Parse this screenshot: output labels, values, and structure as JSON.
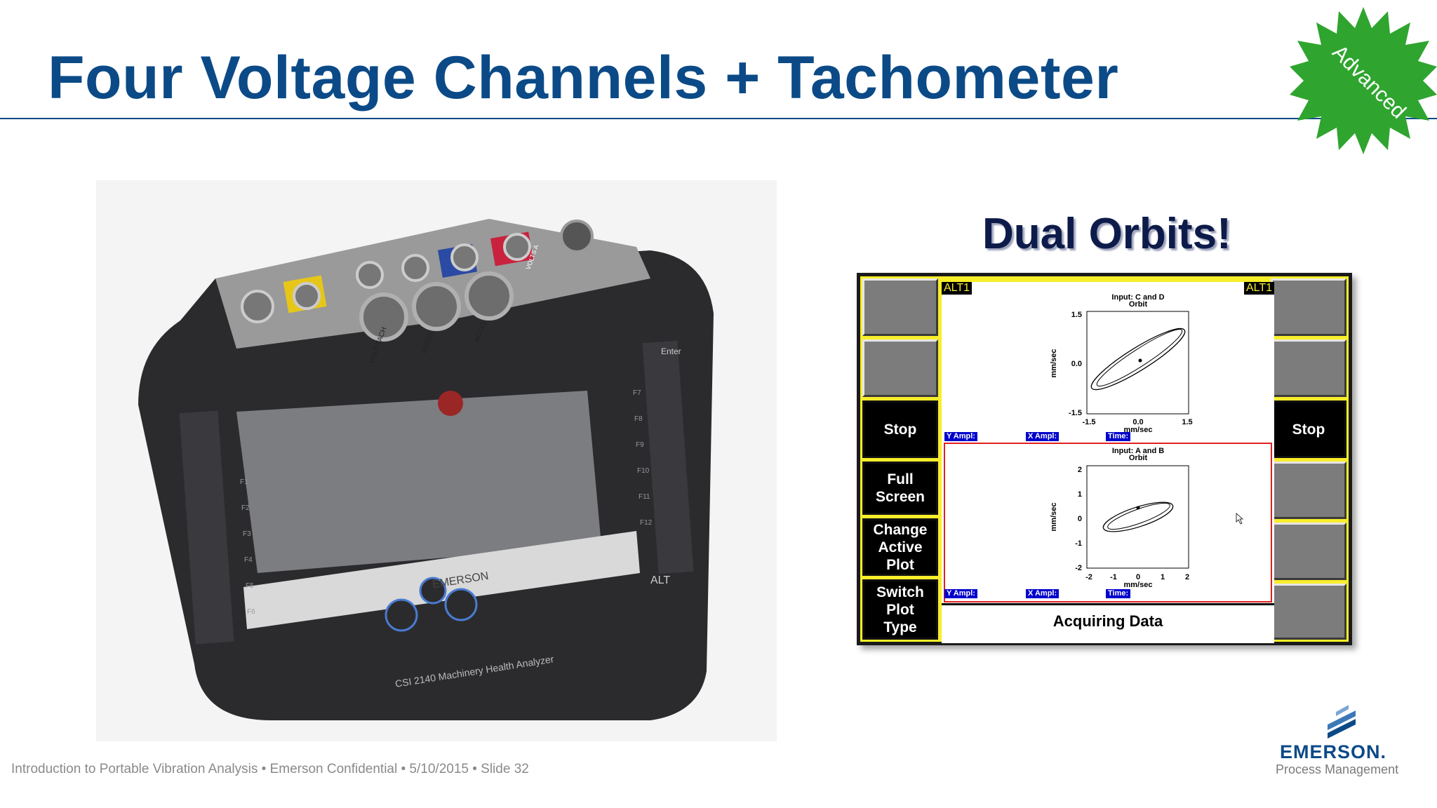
{
  "slide": {
    "title": "Four Voltage Channels + Tachometer",
    "badge_text": "Advanced",
    "subtitle": "Dual Orbits!",
    "footer": "Introduction to Portable Vibration Analysis • Emerson Confidential • 5/10/2015 • Slide 32",
    "logo_name": "EMERSON.",
    "logo_sub": "Process Management",
    "colors": {
      "title": "#0b4a87",
      "badge": "#2fa52f",
      "screen_frame": "#f7ee2a",
      "active_plot_border": "#e02020"
    }
  },
  "device_photo": {
    "brand": "EMERSON",
    "product": "CSI 2140 Machinery Health Analyzer",
    "left_keys": [
      "F1",
      "F2",
      "F3",
      "F4",
      "F5",
      "F6"
    ],
    "right_keys": [
      "F7",
      "F8",
      "F9",
      "F10",
      "F11",
      "F12"
    ],
    "alt_key": "ALT",
    "enter_key": "Enter",
    "connector_labels": [
      "VOLT/TACH",
      "ACCEL",
      "ACCEL",
      "VOLTS A"
    ]
  },
  "analyzer_screen": {
    "alt_label_left": "ALT1",
    "alt_label_right": "ALT1",
    "left_softkeys": [
      "",
      "",
      "Stop",
      "Full\nScreen",
      "Change\nActive\nPlot",
      "Switch\nPlot\nType"
    ],
    "right_softkeys": [
      "",
      "",
      "Stop",
      "",
      "",
      ""
    ],
    "status": "Acquiring Data",
    "plots": [
      {
        "title_line1": "Input: C and D",
        "title_line2": "Orbit",
        "ylabel": "mm/sec",
        "xlabel": "mm/sec",
        "xticks": [
          "-1.5",
          "0.0",
          "1.5"
        ],
        "yticks": [
          "1.5",
          "0.0",
          "-1.5"
        ],
        "labels": [
          "Y Ampl:",
          "X Ampl:",
          "Time:"
        ],
        "active": false
      },
      {
        "title_line1": "Input: A and B",
        "title_line2": "Orbit",
        "ylabel": "mm/sec",
        "xlabel": "mm/sec",
        "xticks": [
          "-2",
          "-1",
          "0",
          "1",
          "2"
        ],
        "yticks": [
          "2",
          "1",
          "0",
          "-1",
          "-2"
        ],
        "labels": [
          "Y Ampl:",
          "X Ampl:",
          "Time:"
        ],
        "active": true
      }
    ]
  }
}
